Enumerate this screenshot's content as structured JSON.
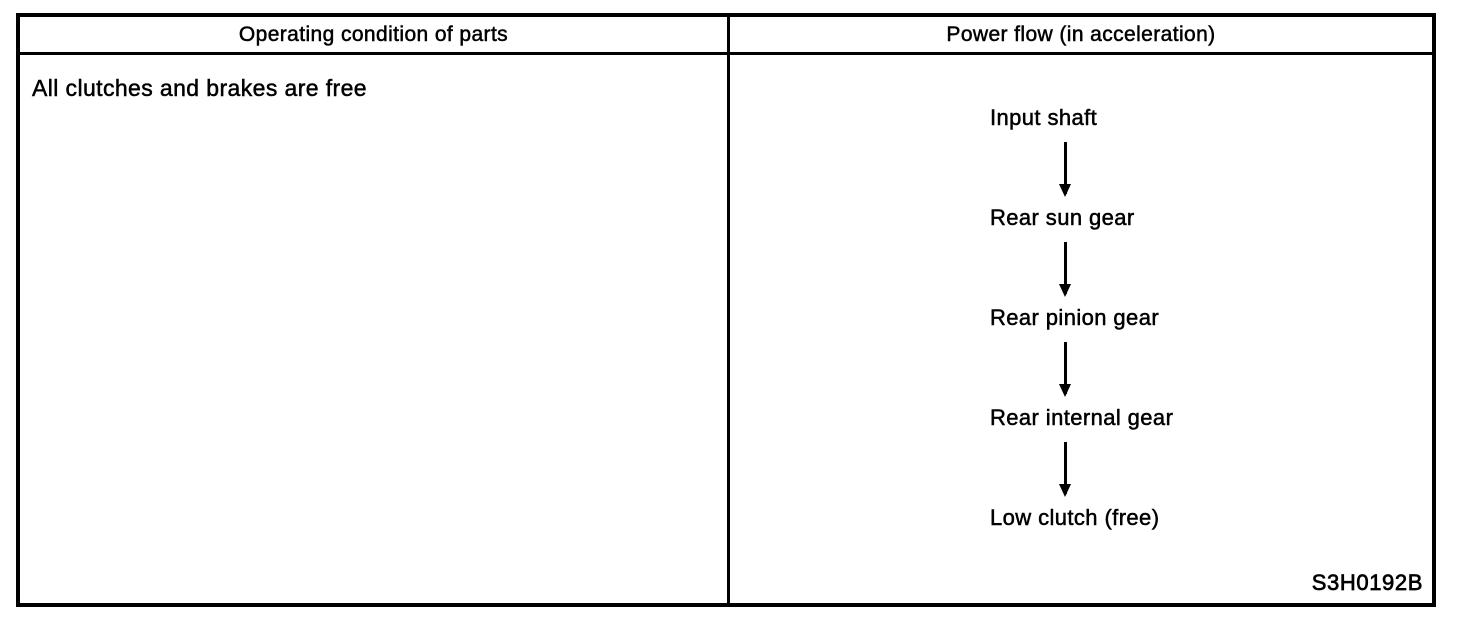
{
  "table": {
    "header": {
      "left": "Operating condition of parts",
      "right": "Power flow (in acceleration)"
    },
    "operating_condition": "All clutches and brakes are free"
  },
  "power_flow": {
    "steps": [
      "Input shaft",
      "Rear sun gear",
      "Rear pinion gear",
      "Rear internal gear",
      "Low clutch (free)"
    ],
    "connector": "down-arrow"
  },
  "figure_code": "S3H0192B",
  "colors": {
    "ink": "#000000",
    "paper": "#ffffff"
  }
}
